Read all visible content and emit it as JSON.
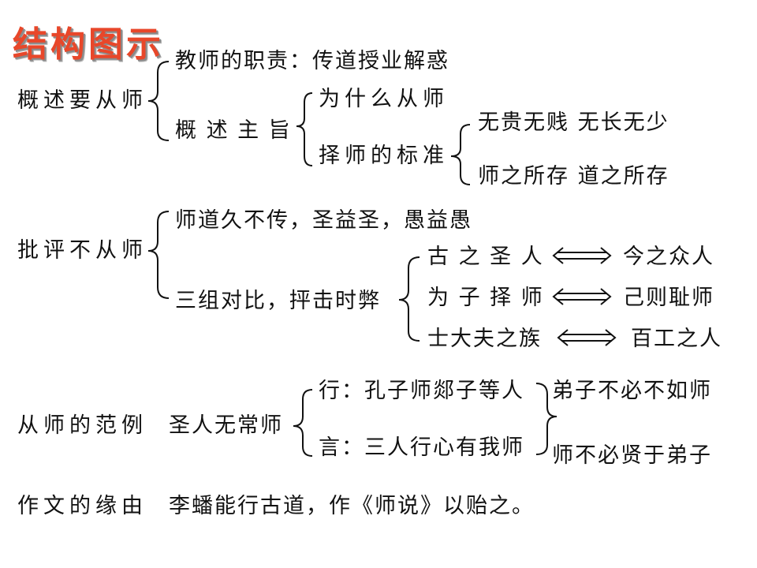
{
  "title": "结构图示",
  "sections": [
    {
      "label": "概述要从师",
      "items": [
        {
          "text": "教师的职责：传道授业解惑"
        },
        {
          "text": "概 述 主 旨",
          "children": [
            {
              "text": "为什么从师"
            },
            {
              "text": "择师的标准",
              "children": [
                {
                  "text": "无贵无贱  无长无少"
                },
                {
                  "text": "师之所存  道之所存"
                }
              ]
            }
          ]
        }
      ]
    },
    {
      "label": "批评不从师",
      "items": [
        {
          "text": "师道久不传，圣益圣，愚益愚"
        },
        {
          "text": "三组对比，抨击时弊",
          "comparisons": [
            {
              "left": "古 之 圣 人",
              "right": "今之众人"
            },
            {
              "left": "为 子 择 师",
              "right": "己则耻师"
            },
            {
              "left": "士大夫之族",
              "right": "百工之人"
            }
          ]
        }
      ]
    },
    {
      "label": "从师的范例",
      "sub": "圣人无常师",
      "items": [
        {
          "text": "行：孔子师郯子等人"
        },
        {
          "text": "言：三人行心有我师"
        }
      ],
      "conclusions": [
        "弟子不必不如师",
        "师不必贤于弟子"
      ]
    },
    {
      "label": "作文的缘由",
      "text": "李蟠能行古道，作《师说》以贻之。"
    }
  ]
}
